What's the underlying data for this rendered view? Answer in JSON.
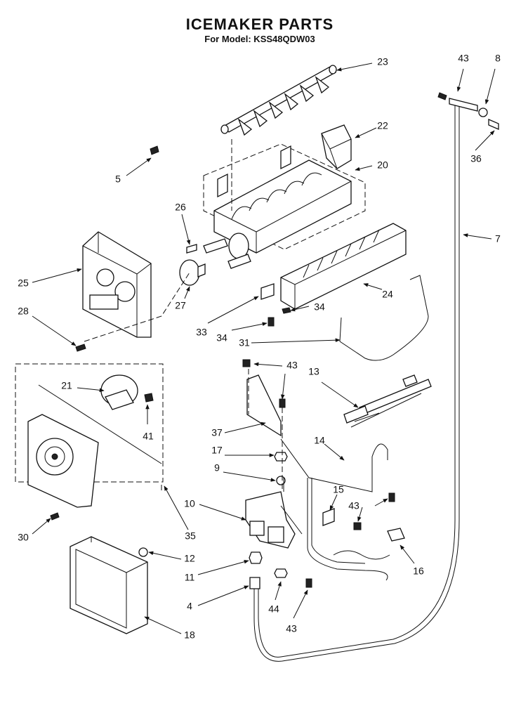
{
  "title": "ICEMAKER PARTS",
  "subtitle": "For Model: KSS48QDW03",
  "callouts": [
    {
      "id": "c23",
      "label": "23"
    },
    {
      "id": "c43a",
      "label": "43"
    },
    {
      "id": "c8",
      "label": "8"
    },
    {
      "id": "c22",
      "label": "22"
    },
    {
      "id": "c36",
      "label": "36"
    },
    {
      "id": "c5",
      "label": "5"
    },
    {
      "id": "c20",
      "label": "20"
    },
    {
      "id": "c26",
      "label": "26"
    },
    {
      "id": "c7",
      "label": "7"
    },
    {
      "id": "c25",
      "label": "25"
    },
    {
      "id": "c24",
      "label": "24"
    },
    {
      "id": "c28",
      "label": "28"
    },
    {
      "id": "c27",
      "label": "27"
    },
    {
      "id": "c33",
      "label": "33"
    },
    {
      "id": "c34a",
      "label": "34"
    },
    {
      "id": "c34b",
      "label": "34"
    },
    {
      "id": "c31",
      "label": "31"
    },
    {
      "id": "c43b",
      "label": "43"
    },
    {
      "id": "c13",
      "label": "13"
    },
    {
      "id": "c21",
      "label": "21"
    },
    {
      "id": "c41",
      "label": "41"
    },
    {
      "id": "c37",
      "label": "37"
    },
    {
      "id": "c14",
      "label": "14"
    },
    {
      "id": "c17",
      "label": "17"
    },
    {
      "id": "c9",
      "label": "9"
    },
    {
      "id": "c15",
      "label": "15"
    },
    {
      "id": "c10",
      "label": "10"
    },
    {
      "id": "c43c",
      "label": "43"
    },
    {
      "id": "c30",
      "label": "30"
    },
    {
      "id": "c35",
      "label": "35"
    },
    {
      "id": "c12",
      "label": "12"
    },
    {
      "id": "c16",
      "label": "16"
    },
    {
      "id": "c11",
      "label": "11"
    },
    {
      "id": "c4",
      "label": "4"
    },
    {
      "id": "c44",
      "label": "44"
    },
    {
      "id": "c43d",
      "label": "43"
    },
    {
      "id": "c18",
      "label": "18"
    }
  ]
}
